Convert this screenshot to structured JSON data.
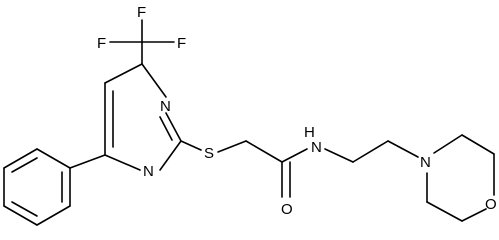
{
  "molecule": {
    "atoms": {
      "f_top": "F",
      "f_left": "F",
      "f_right": "F",
      "n_ring_upper": "N",
      "n_ring_lower": "N",
      "s_thioether": "S",
      "o_carbonyl": "O",
      "n_amide": "N",
      "h_amide": "H",
      "n_morpholine": "N",
      "o_morpholine": "O"
    }
  }
}
